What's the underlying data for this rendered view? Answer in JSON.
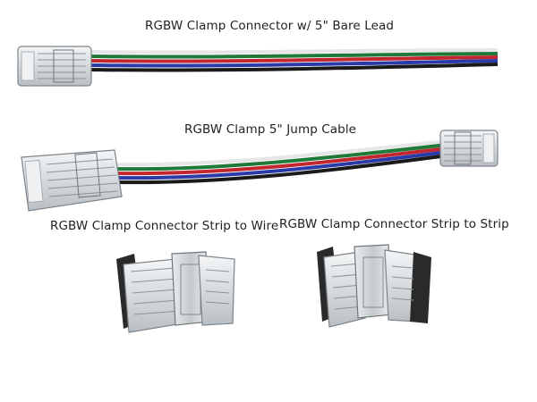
{
  "products": [
    {
      "caption": "RGBW Clamp Connector w/ 5\" Bare Lead"
    },
    {
      "caption": "RGBW Clamp 5\" Jump Cable"
    },
    {
      "caption": "RGBW Clamp Connector Strip to Wire"
    },
    {
      "caption": "RGBW Clamp Connector Strip to Strip"
    }
  ],
  "colors": {
    "wire_white": "#e6e6e6",
    "wire_green": "#1f7a3a",
    "wire_red": "#c2262e",
    "wire_blue": "#2a3aa8",
    "wire_black": "#1a1a1a",
    "connector_body": "#d9dde0",
    "connector_edge": "#7d848a"
  }
}
